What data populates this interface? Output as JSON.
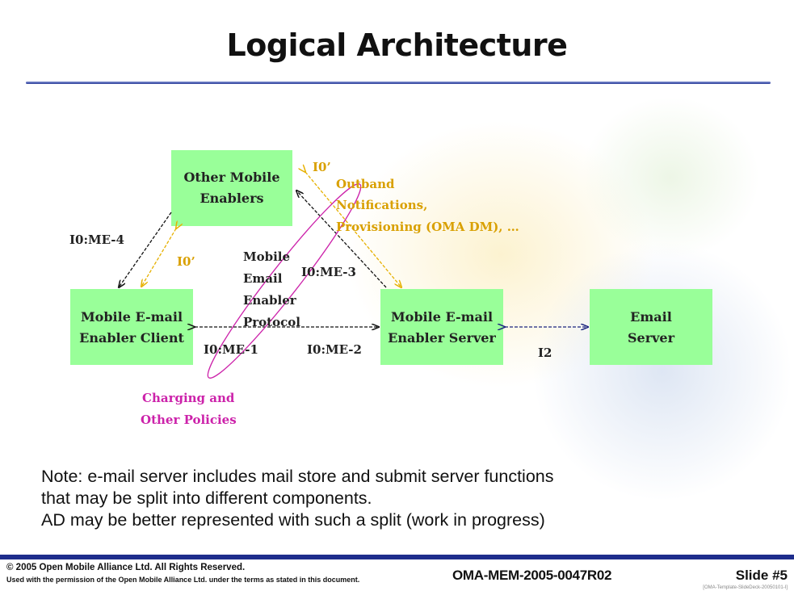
{
  "slide": {
    "title": "Logical Architecture",
    "note_lines": [
      "Note: e-mail server includes mail store and submit server functions",
      "that may be split into different components.",
      "AD may be better represented with such a split (work in progress)"
    ]
  },
  "diagram": {
    "nodes": {
      "other_enablers": [
        "Other Mobile",
        "Enablers"
      ],
      "client": [
        "Mobile E-mail",
        "Enabler Client"
      ],
      "server": [
        "Mobile E-mail",
        "Enabler Server"
      ],
      "email_server": [
        "Email",
        "Server"
      ]
    },
    "labels": {
      "i0_me_4": "I0:ME-4",
      "i0_prime_left": "I0’",
      "i0_prime_top": "I0’",
      "i0_me_3": "I0:ME-3",
      "i0_me_1": "I0:ME-1",
      "i0_me_2": "I0:ME-2",
      "i2": "I2",
      "protocol": [
        "Mobile",
        "Email",
        "Enabler",
        "Protocol"
      ],
      "outband": [
        "Outband",
        "Notifications,",
        "Provisioning (OMA DM), …"
      ],
      "charging": [
        "Charging and",
        "Other Policies"
      ]
    },
    "colors": {
      "box_fill": "#99ff99",
      "interface_gold": "#e6b000",
      "charging_pink": "#cc22aa",
      "i2_blue": "#1a237e"
    }
  },
  "footer": {
    "copyright": "© 2005 Open Mobile Alliance Ltd.  All Rights Reserved.",
    "permission": "Used with the permission of the Open Mobile Alliance Ltd. under the terms as stated in this document.",
    "doc_id": "OMA-MEM-2005-0047R02",
    "slide_number": "Slide #5",
    "template": "[OMA-Template-SlideDeck-20050101-I]"
  }
}
